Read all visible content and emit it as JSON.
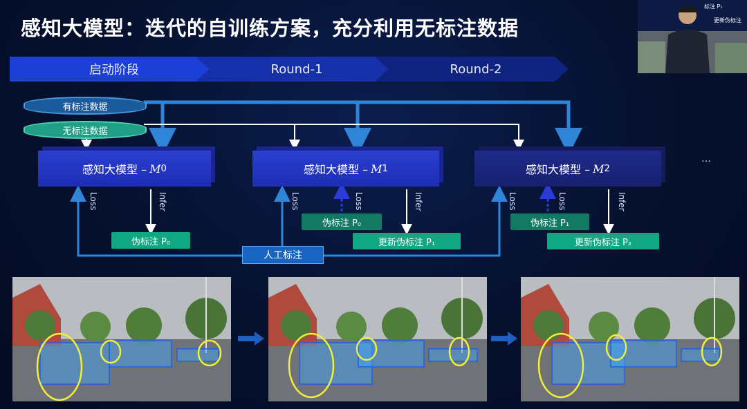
{
  "title": "感知大模型：迭代的自训练方案，充分利用无标注数据",
  "stages": [
    "启动阶段",
    "Round-1",
    "Round-2"
  ],
  "data_sources": {
    "labeled": "有标注数据",
    "unlabeled": "无标注数据"
  },
  "models": [
    {
      "label": "感知大模型 – ",
      "symbol": "M",
      "sub": "0"
    },
    {
      "label": "感知大模型 – ",
      "symbol": "M",
      "sub": "1"
    },
    {
      "label": "感知大模型 – ",
      "symbol": "M",
      "sub": "2"
    }
  ],
  "edge_labels": {
    "loss": "Loss",
    "infer": "Infer"
  },
  "pseudo_labels": {
    "p0_output": "伪标注 P₀",
    "p0_input": "伪标注 P₀",
    "p1_update": "更新伪标注 P₁",
    "p1_input": "伪标注 P₁",
    "p2_update": "更新伪标注 P₂"
  },
  "human_label": "人工标注",
  "ellipsis": "…",
  "webcam": {
    "text1": "标注 P₁",
    "text2": "更新伪标注"
  },
  "colors": {
    "background": "#06112e",
    "model": "#1d2db4",
    "pseudo": "#0fa882",
    "arrow": "#2f86d8",
    "highlight": "#f2ee3a",
    "box": "#3fa8ff"
  }
}
